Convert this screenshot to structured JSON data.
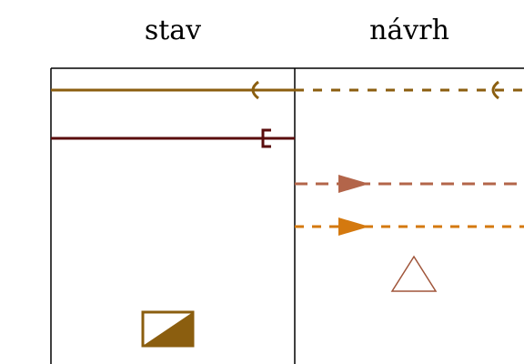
{
  "headers": {
    "existing": "stav",
    "proposed": "návrh"
  },
  "colors": {
    "line_brown_gold": "#8B5E0F",
    "line_dark_maroon": "#5A0C0C",
    "line_rust": "#B3654A",
    "line_orange": "#D4790F",
    "triangle_outline": "#A0553A",
    "symbol_fill": "#8B5E0F",
    "table_border": "#000000"
  },
  "rows": [
    {
      "id": "row-1",
      "existing_symbol": "solid-line-with-arc-marker",
      "proposed_symbol": "dashed-line-with-arc-marker",
      "color": "#8B5E0F"
    },
    {
      "id": "row-2",
      "existing_symbol": "solid-line-with-bracket-marker",
      "proposed_symbol": "none",
      "color": "#5A0C0C"
    },
    {
      "id": "row-3",
      "existing_symbol": "none",
      "proposed_symbol": "dashed-line-with-arrow-marker",
      "color": "#B3654A"
    },
    {
      "id": "row-4",
      "existing_symbol": "none",
      "proposed_symbol": "dashed-line-with-arrow-marker",
      "color": "#D4790F"
    },
    {
      "id": "row-5",
      "existing_symbol": "none",
      "proposed_symbol": "triangle-outline",
      "color": "#A0553A"
    },
    {
      "id": "row-6",
      "existing_symbol": "half-filled-square",
      "proposed_symbol": "none",
      "color": "#8B5E0F"
    }
  ]
}
